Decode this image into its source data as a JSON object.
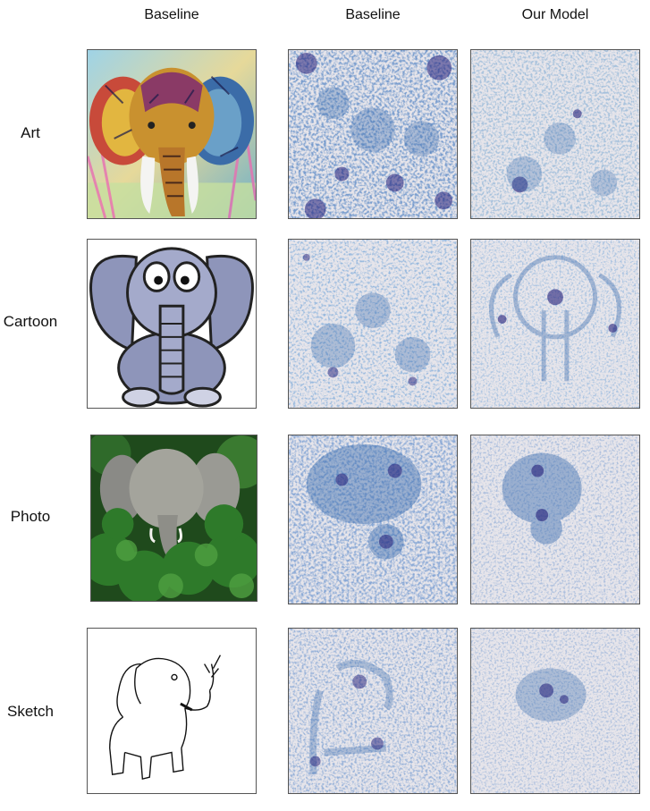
{
  "columns": [
    "Baseline",
    "Baseline",
    "Our Model"
  ],
  "rows": [
    "Art",
    "Cartoon",
    "Photo",
    "Sketch"
  ],
  "colors": {
    "heat_background": "#e7e5ea",
    "heat_light": "#9ec4d3",
    "heat_mid": "#3f6fb0",
    "heat_dark": "#241f7a",
    "cartoon_body": "#8e95ba",
    "photo_foliage": "#2e7a2a"
  },
  "figure_content": {
    "col0": "input image",
    "col1": "saliency map",
    "col2": "saliency map"
  }
}
